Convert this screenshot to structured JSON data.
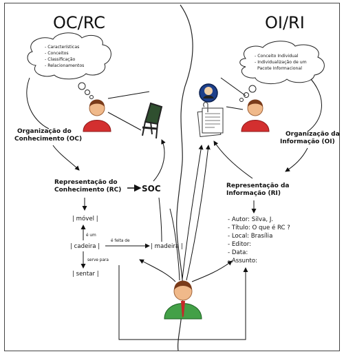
{
  "titles": {
    "left": "OC/RC",
    "right": "OI/RI"
  },
  "left_cloud_items": [
    "- Características",
    "- Conceitos",
    "- Classificação",
    "- Relacionamentos"
  ],
  "right_cloud_items": [
    "- Conceito Individual",
    "- Individualização de um",
    "Pacote Informacional"
  ],
  "labels": {
    "oc": [
      "Organização do",
      "Conhecimento (OC)"
    ],
    "oi": [
      "Organização da",
      "Informação (OI)"
    ],
    "rc": [
      "Representação do",
      "Conhecimento (RC)"
    ],
    "ri": [
      "Representação da",
      "Informação (RI)"
    ],
    "soc": "SOC"
  },
  "terms": {
    "movel": "| móvel |",
    "cadeira": "| cadeira |",
    "madeira": "| madeira |",
    "sentar": "| sentar |"
  },
  "relations": {
    "e_um": "é um",
    "e_feita_de": "é feita de",
    "serve_para": "serve para"
  },
  "record_fields": [
    "- Autor:  Silva, J.",
    "- Título:  O que é RC ?",
    "- Local:  Brasília",
    "- Editor:",
    "- Data:",
    "- Assunto:"
  ],
  "colors": {
    "person_body": "#d32f2f",
    "user_body": "#43a047",
    "skin": "#f0b98a",
    "hair": "#7a3b1a",
    "line": "#111111"
  }
}
